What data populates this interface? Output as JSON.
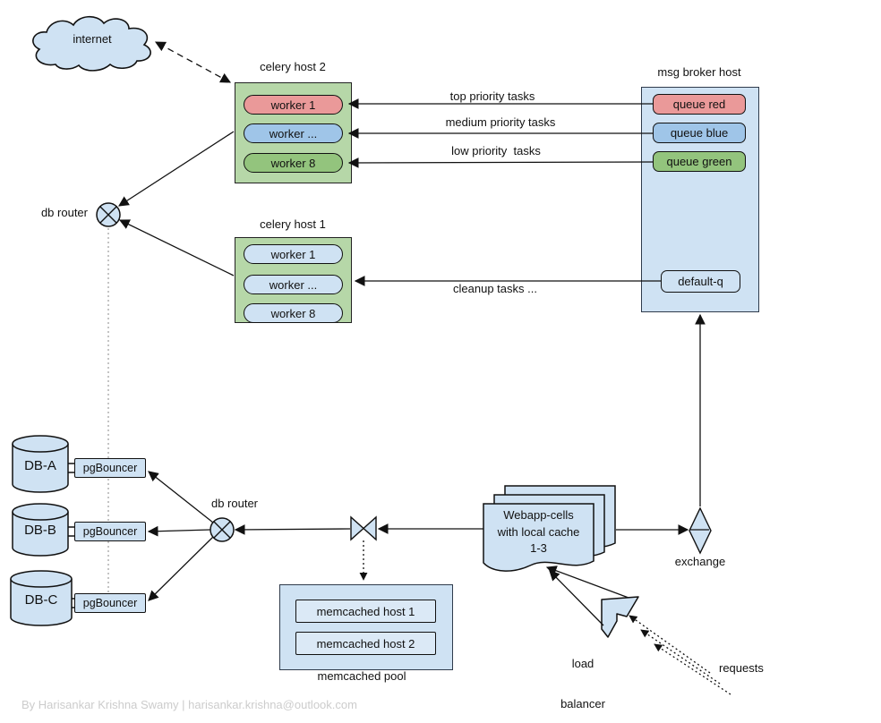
{
  "internet_label": "internet",
  "celery_host_2": {
    "title": "celery host 2",
    "workers": [
      "worker 1",
      "worker ...",
      "worker 8"
    ]
  },
  "celery_host_1": {
    "title": "celery host 1",
    "workers": [
      "worker 1",
      "worker ...",
      "worker 8"
    ]
  },
  "msg_broker": {
    "title": "msg broker host",
    "queues": [
      "queue red",
      "queue blue",
      "queue green"
    ],
    "default_queue": "default-q"
  },
  "edges": {
    "top": "top priority tasks",
    "medium": "medium priority tasks",
    "low": "low priority  tasks",
    "cleanup": "cleanup tasks ..."
  },
  "db_router_top_label": "db router",
  "db_router_bottom_label": "db router",
  "databases": [
    {
      "name": "DB-A",
      "proxy": "pgBouncer"
    },
    {
      "name": "DB-B",
      "proxy": "pgBouncer"
    },
    {
      "name": "DB-C",
      "proxy": "pgBouncer"
    }
  ],
  "memcached": {
    "hosts": [
      "memcached host 1",
      "memcached host 2"
    ],
    "pool_label": "memcached pool"
  },
  "webapp": {
    "line1": "Webapp-cells",
    "line2": "with local cache",
    "line3": "1-3"
  },
  "exchange_label": "exchange",
  "load_balancer": {
    "line1": "load",
    "line2": "balancer"
  },
  "requests_label": "requests",
  "footer": "By Harisankar Krishna Swamy | harisankar.krishna@outlook.com",
  "colors": {
    "box_blue": "#cfe2f3",
    "box_green": "#b6d7a8",
    "pill_red": "#ea9999",
    "pill_blue": "#9fc5e8",
    "pill_green": "#93c47d",
    "inner_blue": "#dbe9f6",
    "ink": "#111111",
    "muted": "#cccccc"
  }
}
